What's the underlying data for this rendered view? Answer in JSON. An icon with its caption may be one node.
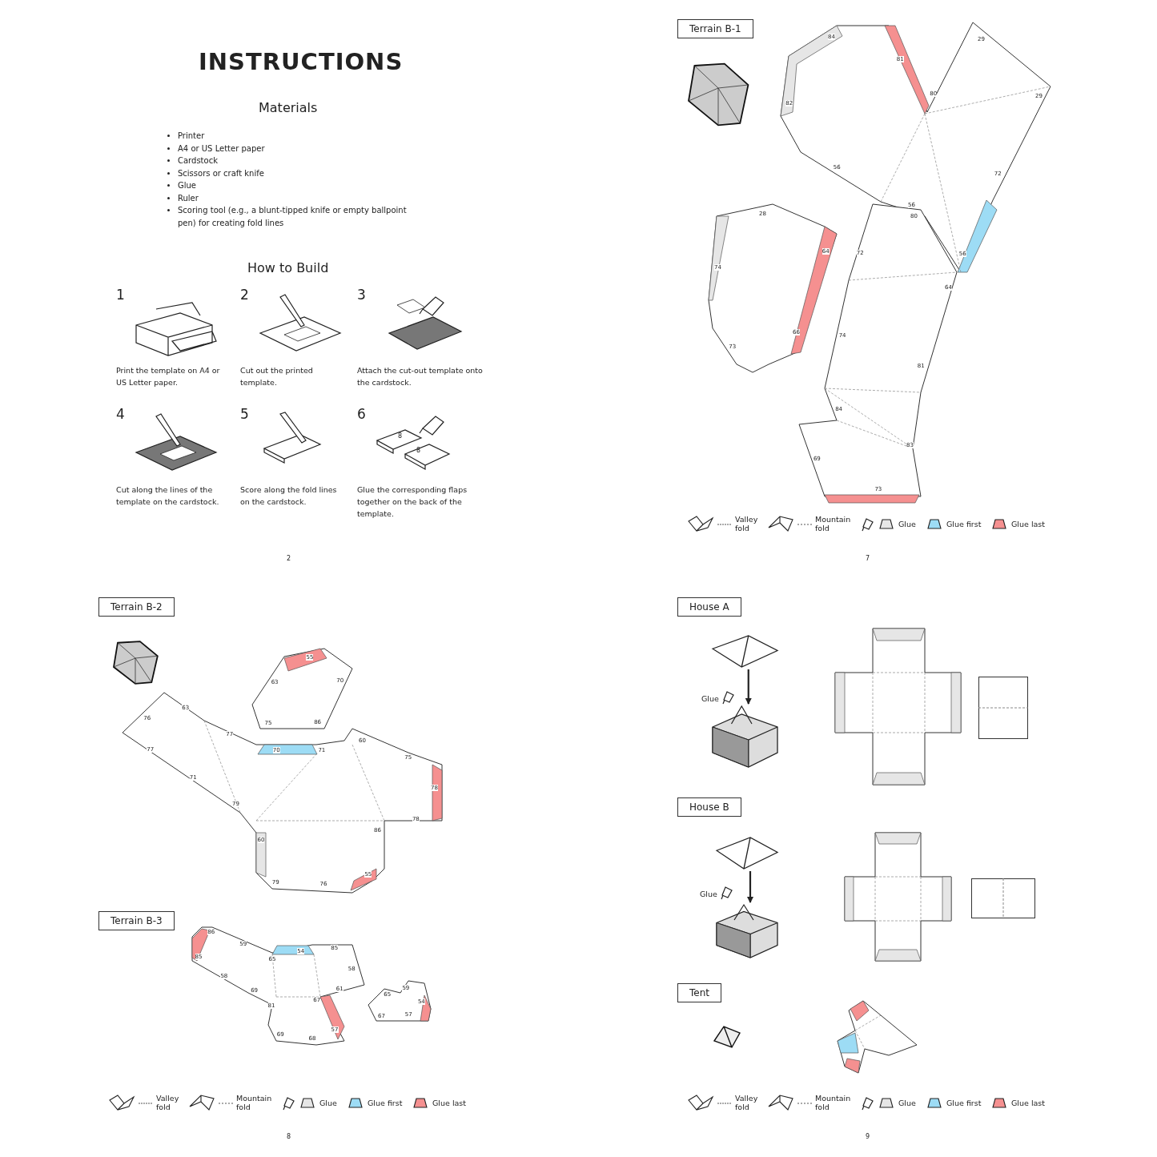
{
  "diagram": {
    "nodes": [
      {
        "text": [
          "Terrain B-1"
        ]
      },
      {
        "text": [
          "Terrain B-2"
        ]
      },
      {
        "text": [
          "Terrain B-3"
        ]
      },
      {
        "text": [
          "House A"
        ]
      },
      {
        "text": [],
        "shape": "picture"
      },
      {
        "text": [],
        "shape": "picture"
      },
      {
        "text": [
          "House B"
        ]
      },
      {
        "text": [],
        "shape": "picture"
      },
      {
        "text": [],
        "shape": "picture"
      },
      {
        "text": [
          "Tent"
        ]
      }
    ],
    "edges": [
      {
        "from": 4,
        "to": 5,
        "arrow": "to"
      },
      {
        "from": 7,
        "to": 8,
        "arrow": "to"
      }
    ],
    "labels": [
      "INSTRUCTIONS",
      "Materials",
      "Printer",
      "A4 or US Letter paper",
      "Cardstock",
      "Scissors or craft knife",
      "Glue",
      "Ruler",
      "Scoring tool (e.g., a blunt-tipped knife or empty ballpoint pen) for creating fold lines",
      "How to Build",
      "1",
      "Print the template on A4 or US Letter paper.",
      "2",
      "Cut out the printed template.",
      "3",
      "Attach the cut-out template onto the cardstock.",
      "4",
      "Cut along the lines of the template on the cardstock.",
      "5",
      "Score along the fold lines on the cardstock.",
      "6",
      "8",
      "8",
      "Glue the corresponding flaps together on the back of the template.",
      "2",
      "84",
      "81",
      "80",
      "29",
      "29",
      "72",
      "56",
      "56",
      "56",
      "82",
      "28",
      "64",
      "66",
      "73",
      "74",
      "80",
      "64",
      "81",
      "83",
      "73",
      "69",
      "84",
      "74",
      "72",
      "7",
      "63",
      "55",
      "70",
      "86",
      "75",
      "76",
      "63",
      "77",
      "70",
      "71",
      "60",
      "75",
      "78",
      "78",
      "86",
      "55",
      "76",
      "79",
      "60",
      "79",
      "71",
      "77",
      "86",
      "59",
      "65",
      "54",
      "85",
      "58",
      "61",
      "67",
      "57",
      "68",
      "69",
      "81",
      "69",
      "58",
      "85",
      "65",
      "59",
      "54",
      "57",
      "67",
      "8",
      "Glue",
      "Glue",
      "9"
    ],
    "legend": [
      {
        "text": "Valley fold"
      },
      {
        "text": "Mountain fold"
      },
      {
        "text": "Glue",
        "color": "#e6e6e6"
      },
      {
        "text": "Glue first",
        "color": "#9ddcf5"
      },
      {
        "text": "Glue last",
        "color": "#f59090"
      },
      {
        "text": "Valley fold"
      },
      {
        "text": "Mountain fold"
      },
      {
        "text": "Glue",
        "color": "#e6e6e6"
      },
      {
        "text": "Glue first",
        "color": "#9ddcf5"
      },
      {
        "text": "Glue last",
        "color": "#f59090"
      },
      {
        "text": "Valley fold"
      },
      {
        "text": "Mountain fold"
      },
      {
        "text": "Glue",
        "color": "#e6e6e6"
      },
      {
        "text": "Glue first",
        "color": "#9ddcf5"
      },
      {
        "text": "Glue last",
        "color": "#f59090"
      }
    ]
  }
}
